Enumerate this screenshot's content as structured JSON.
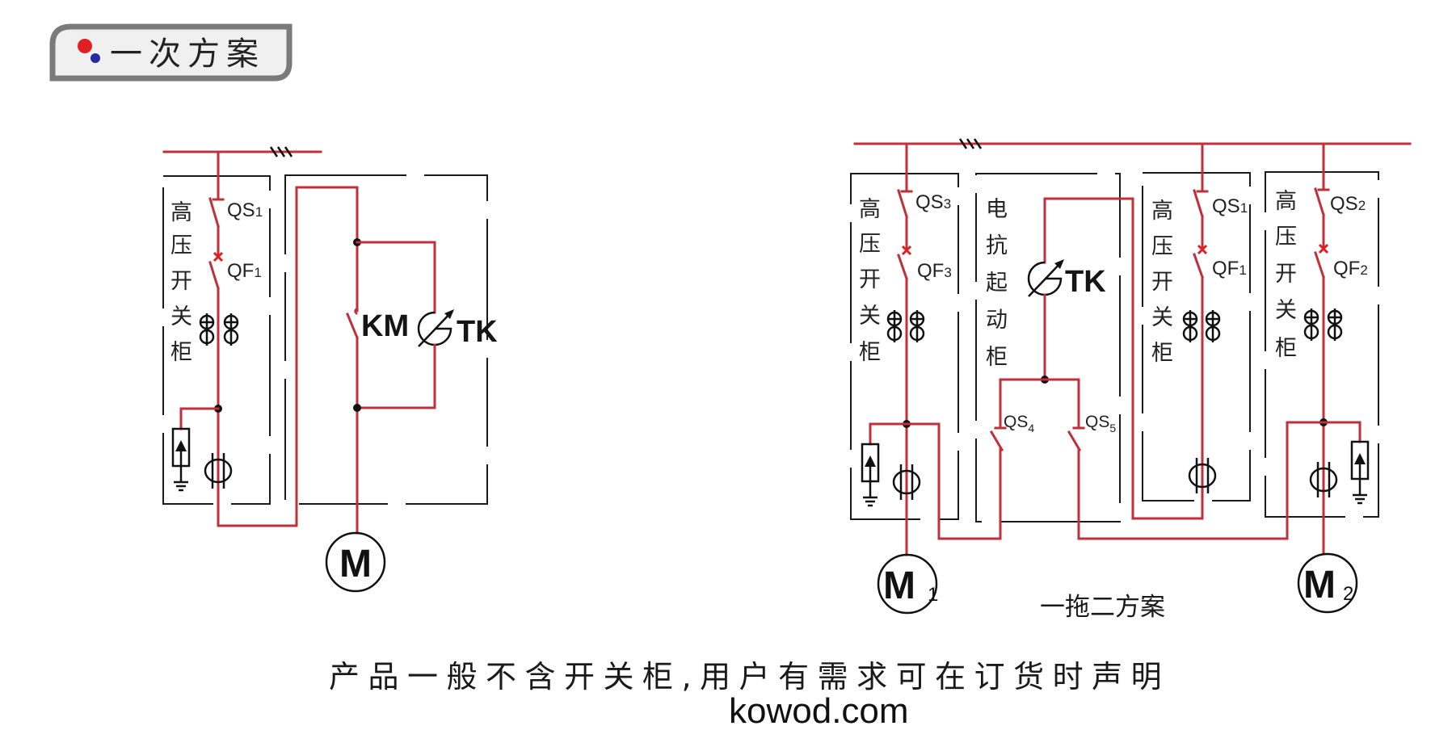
{
  "header": {
    "title": "一次方案",
    "bullet_colors": {
      "primary": "#e02020",
      "secondary": "#2a2aa0"
    },
    "frame_color": "#7a7a7a",
    "fill_color": "#f0f0f0"
  },
  "colors": {
    "wire": "#c0303a",
    "symbol": "#111111"
  },
  "scheme_single": {
    "switchgear_label": [
      "高",
      "压",
      "开",
      "关",
      "柜"
    ],
    "disconnector_label": "QS",
    "disconnector_index": "1",
    "breaker_label": "QF",
    "breaker_index": "1",
    "contactor_label": "KM",
    "reactor_label": "TK",
    "motor_label": "M"
  },
  "scheme_dual": {
    "caption": "一拖二方案",
    "cabinet_1": {
      "label": [
        "高",
        "压",
        "开",
        "关",
        "柜"
      ],
      "disconnector_label": "QS",
      "disconnector_index": "3",
      "breaker_label": "QF",
      "breaker_index": "3"
    },
    "reactor_cabinet": {
      "label": [
        "电",
        "抗",
        "起",
        "动",
        "柜"
      ],
      "reactor_label": "TK",
      "switch_a_label": "QS",
      "switch_a_index": "4",
      "switch_b_label": "QS",
      "switch_b_index": "5"
    },
    "cabinet_2": {
      "label": [
        "高",
        "压",
        "开",
        "关",
        "柜"
      ],
      "disconnector_label": "QS",
      "disconnector_index": "1",
      "breaker_label": "QF",
      "breaker_index": "1"
    },
    "cabinet_3": {
      "label": [
        "高",
        "压",
        "开",
        "关",
        "柜"
      ],
      "disconnector_label": "QS",
      "disconnector_index": "2",
      "breaker_label": "QF",
      "breaker_index": "2"
    },
    "motor_1_label": "M",
    "motor_1_index": "1",
    "motor_2_label": "M",
    "motor_2_index": "2"
  },
  "footer": {
    "notice": "产品一般不含开关柜,用户有需求可在订货时声明",
    "website": "kowod.com"
  }
}
